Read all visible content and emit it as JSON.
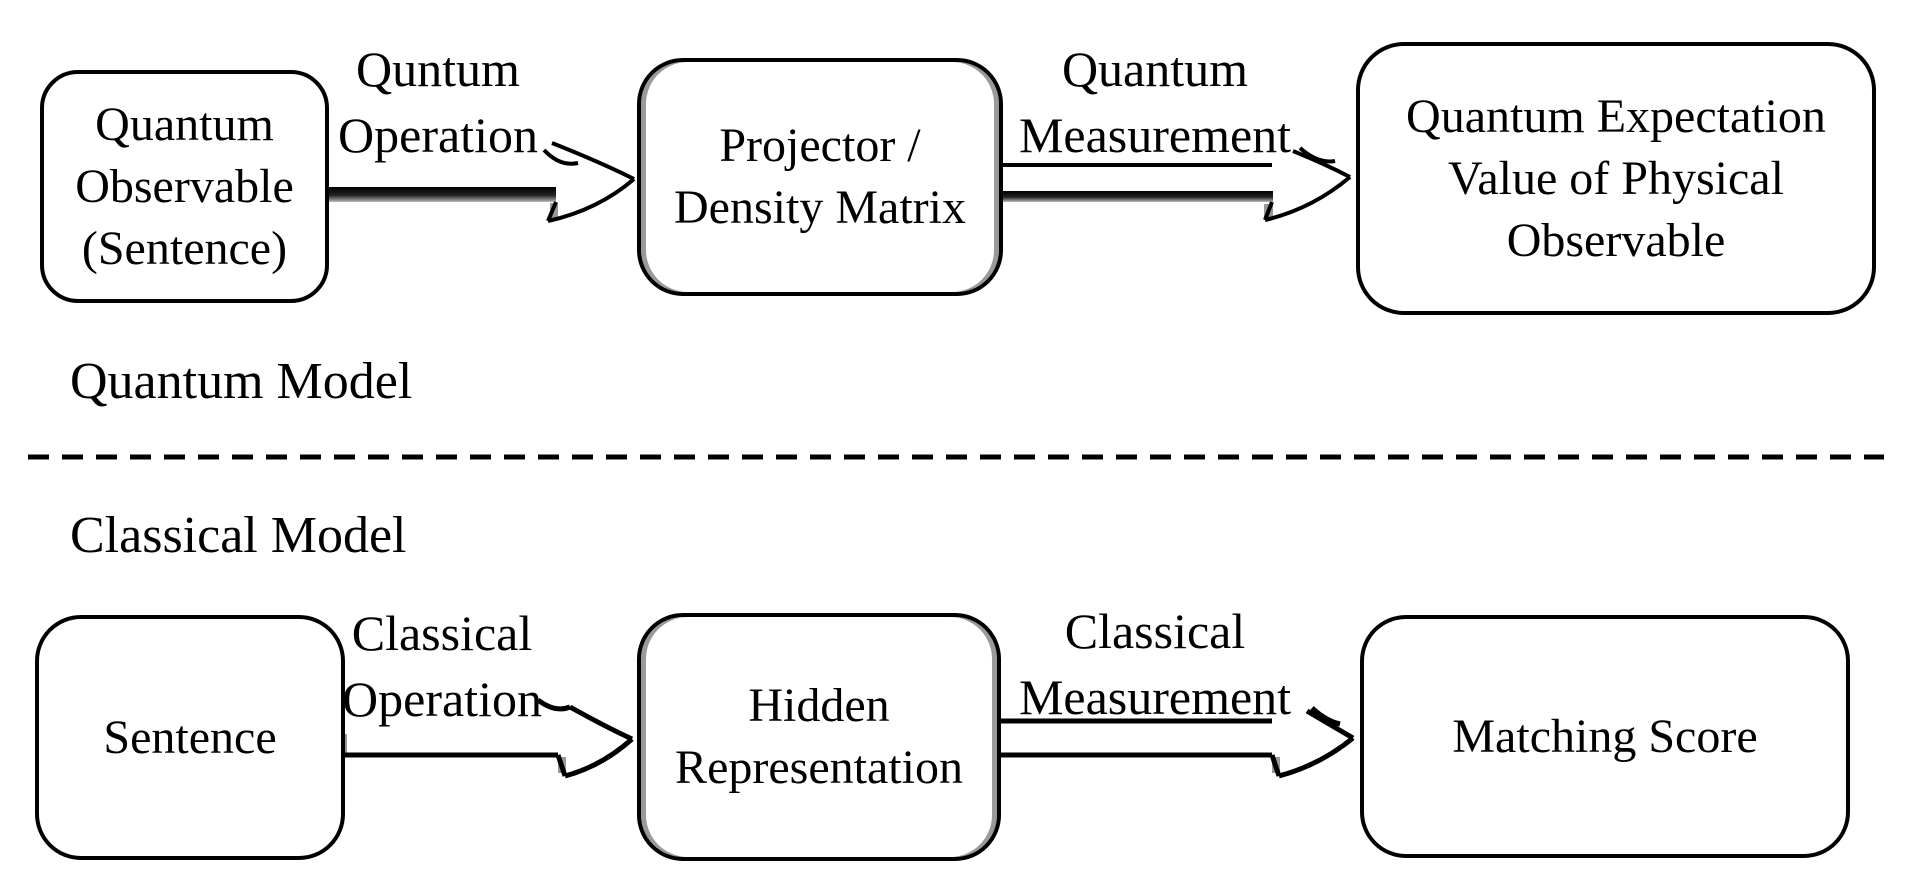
{
  "top_row": {
    "box_observable": {
      "lines": [
        "Quantum",
        "Observable",
        "(Sentence)"
      ]
    },
    "label_operation": {
      "lines": [
        "Quntum",
        "Operation"
      ]
    },
    "box_projector": {
      "lines": [
        "Projector /",
        "Density Matrix"
      ]
    },
    "label_measurement": {
      "lines": [
        "Quantum",
        "Measurement"
      ]
    },
    "box_expectation": {
      "lines": [
        "Quantum Expectation",
        "Value of Physical",
        "Observable"
      ]
    }
  },
  "section_labels": {
    "quantum": "Quantum Model",
    "classical": "Classical Model"
  },
  "bottom_row": {
    "box_sentence": {
      "lines": [
        "Sentence"
      ]
    },
    "label_operation": {
      "lines": [
        "Classical",
        "Operation"
      ]
    },
    "box_hidden": {
      "lines": [
        "Hidden",
        "Representation"
      ]
    },
    "label_measurement": {
      "lines": [
        "Classical",
        "Measurement"
      ]
    },
    "box_matching": {
      "lines": [
        "Matching Score"
      ]
    }
  },
  "colors": {
    "ink": "#000000",
    "background": "#ffffff",
    "shaft_shadow_gray": "#999999"
  }
}
